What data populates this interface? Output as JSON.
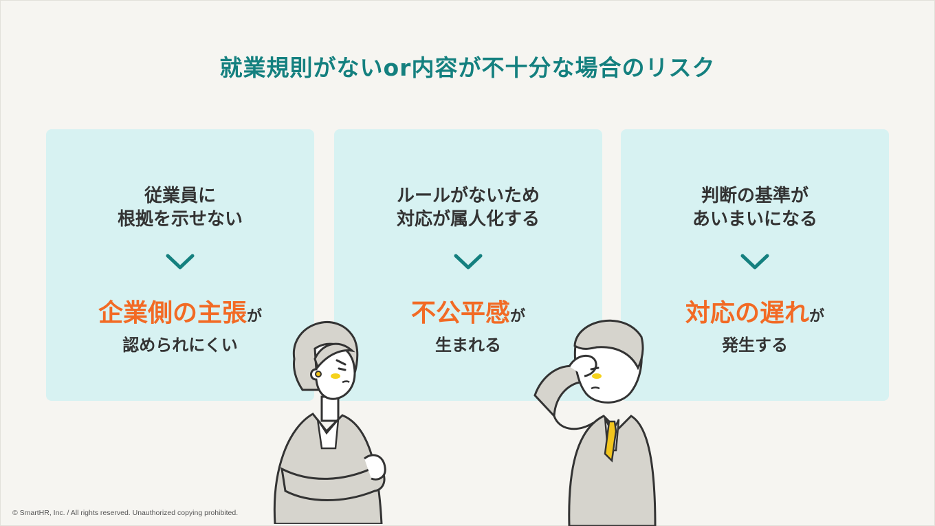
{
  "title": "就業規則がないor内容が不十分な場合のリスク",
  "cards": [
    {
      "cause_lines": [
        "従業員に",
        "根拠を示せない"
      ],
      "result_emphasis": "企業側の主張",
      "result_particle": "が",
      "result_line2": "認められにくい"
    },
    {
      "cause_lines": [
        "ルールがないため",
        "対応が属人化する"
      ],
      "result_emphasis": "不公平感",
      "result_particle": "が",
      "result_line2": "生まれる"
    },
    {
      "cause_lines": [
        "判断の基準が",
        "あいまいになる"
      ],
      "result_emphasis": "対応の遅れ",
      "result_particle": "が",
      "result_line2": "発生する"
    }
  ],
  "icons": {
    "arrow": "chevron-down-icon",
    "woman": "worried-woman-illustration",
    "man": "confused-man-illustration"
  },
  "colors": {
    "title": "#14807f",
    "card_background": "#d7f2f2",
    "emphasis": "#f26a24",
    "chevron": "#14807f",
    "body_text": "#333333",
    "background": "#f6f5f1"
  },
  "copyright": "© SmartHR, Inc. / All rights reserved. Unauthorized copying prohibited."
}
